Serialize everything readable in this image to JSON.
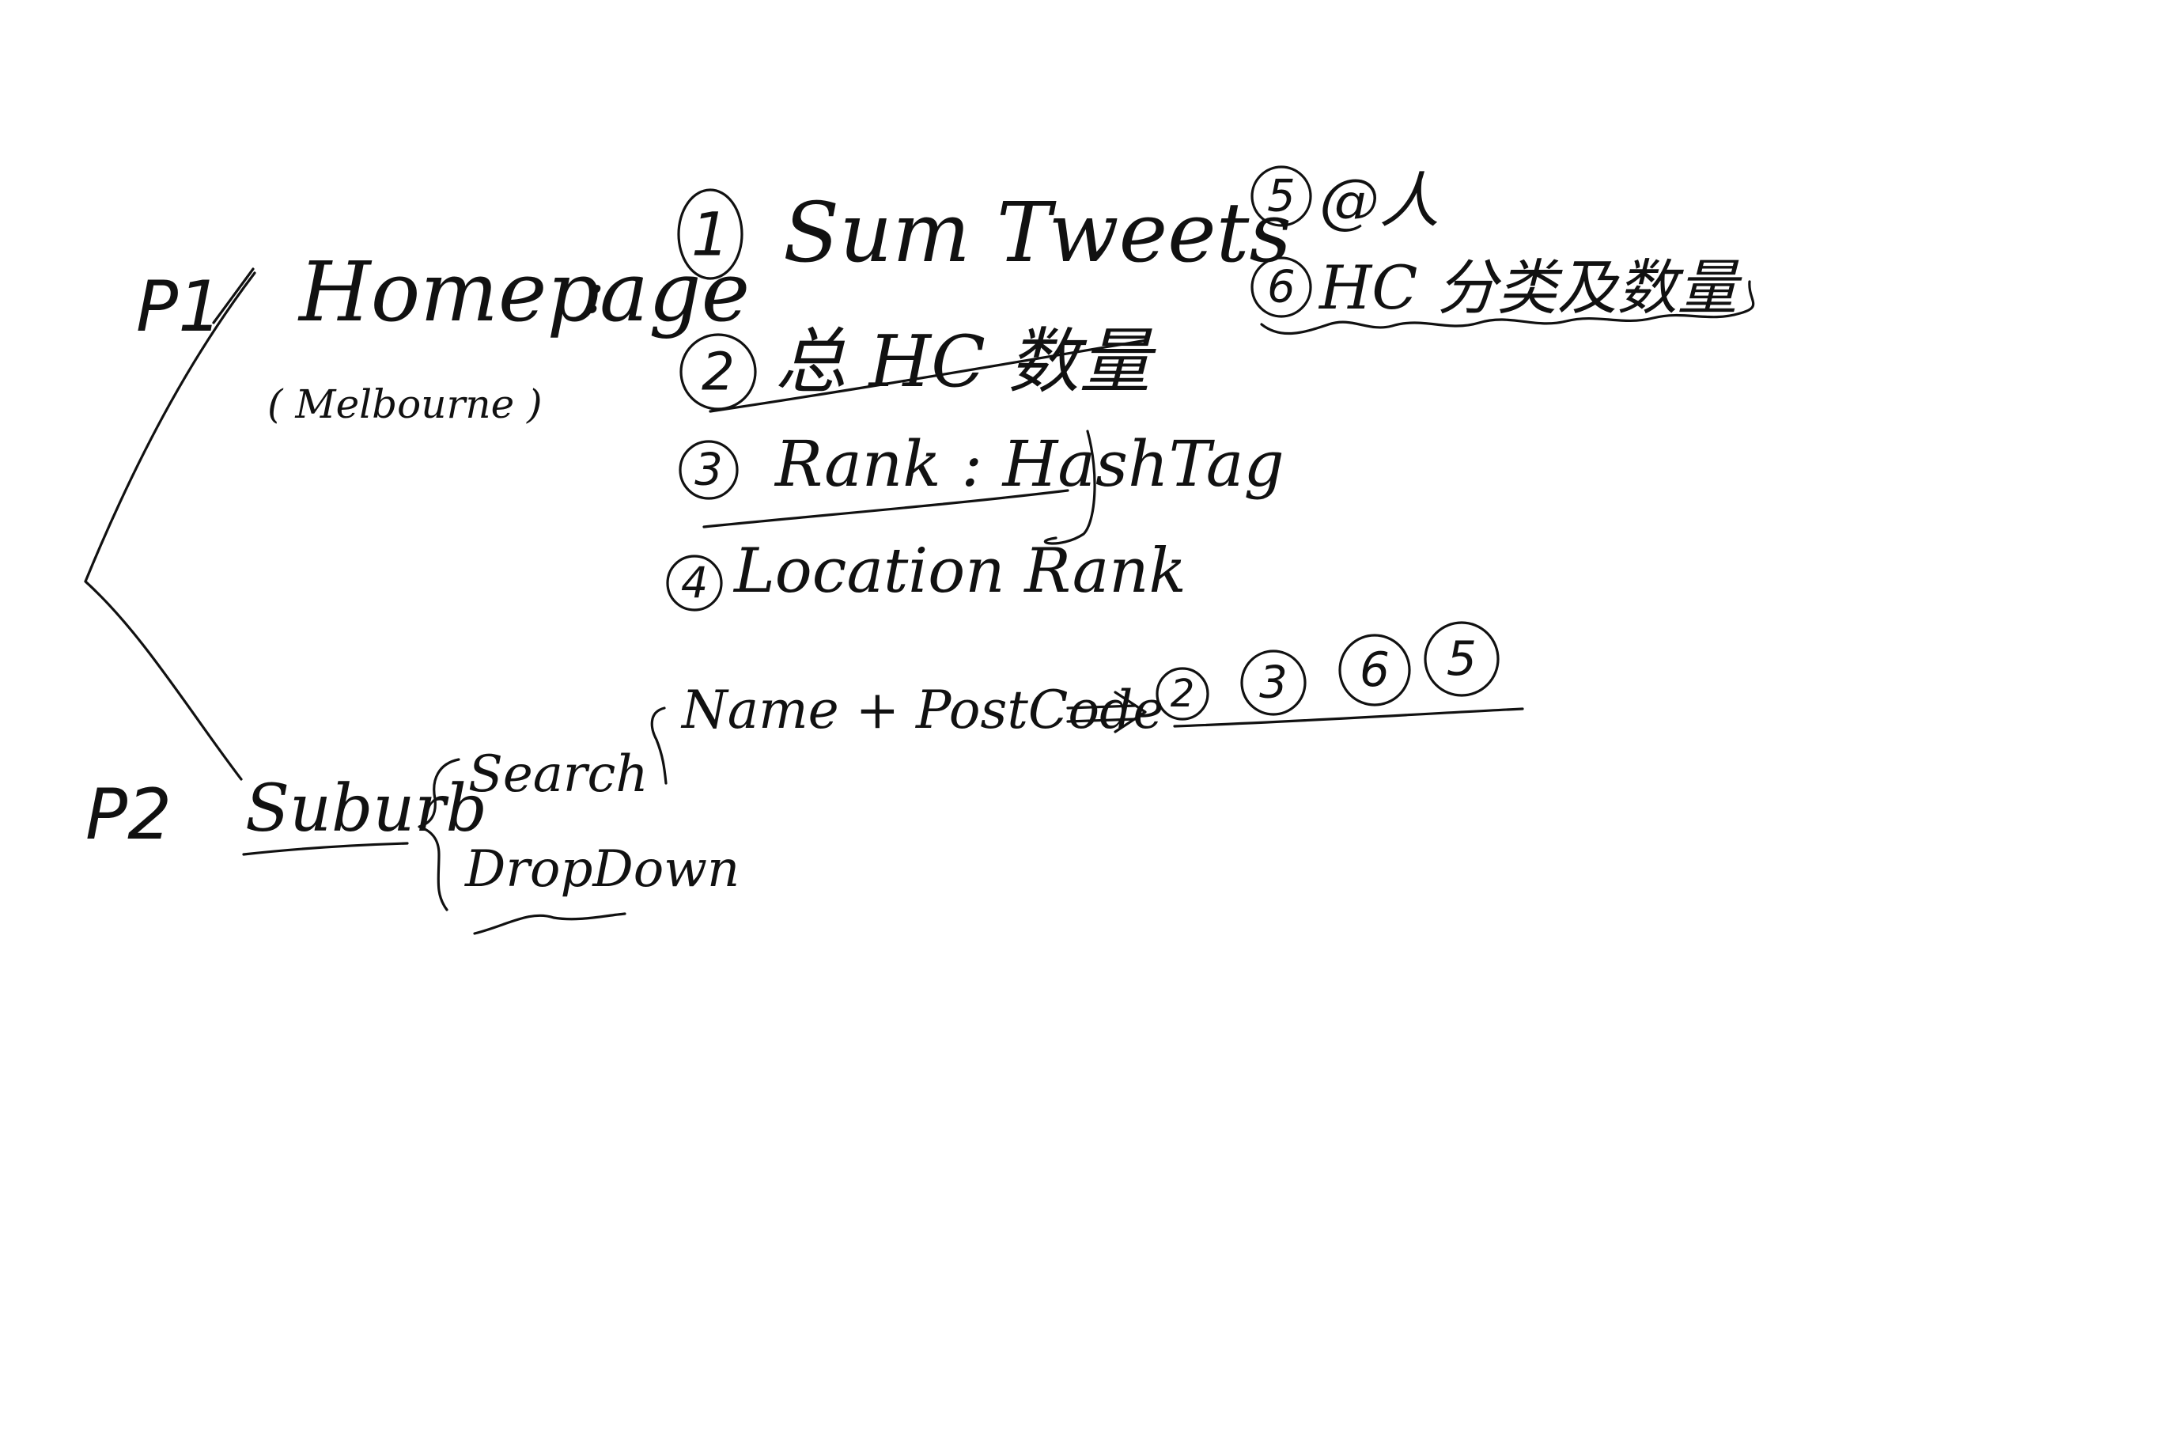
{
  "p1": {
    "label": "P1",
    "title": "Homepage",
    "colon": ":",
    "subtitle": "( Melbourne )",
    "items": [
      {
        "num": "1",
        "text": "Sum Tweets"
      },
      {
        "num": "2",
        "text": "总 HC 数量"
      },
      {
        "num": "3",
        "text": "Rank : HashTag"
      },
      {
        "num": "4",
        "text": "Location Rank"
      },
      {
        "num": "5",
        "text": "@人"
      },
      {
        "num": "6",
        "text": "HC 分类及数量"
      }
    ]
  },
  "p2": {
    "label": "P2",
    "title": "Suburb",
    "options": [
      "Search",
      "DropDown"
    ],
    "search_detail": "Name + PostCode",
    "arrow": "⟹",
    "result_nums": [
      "2",
      "3",
      "6",
      "5"
    ]
  }
}
